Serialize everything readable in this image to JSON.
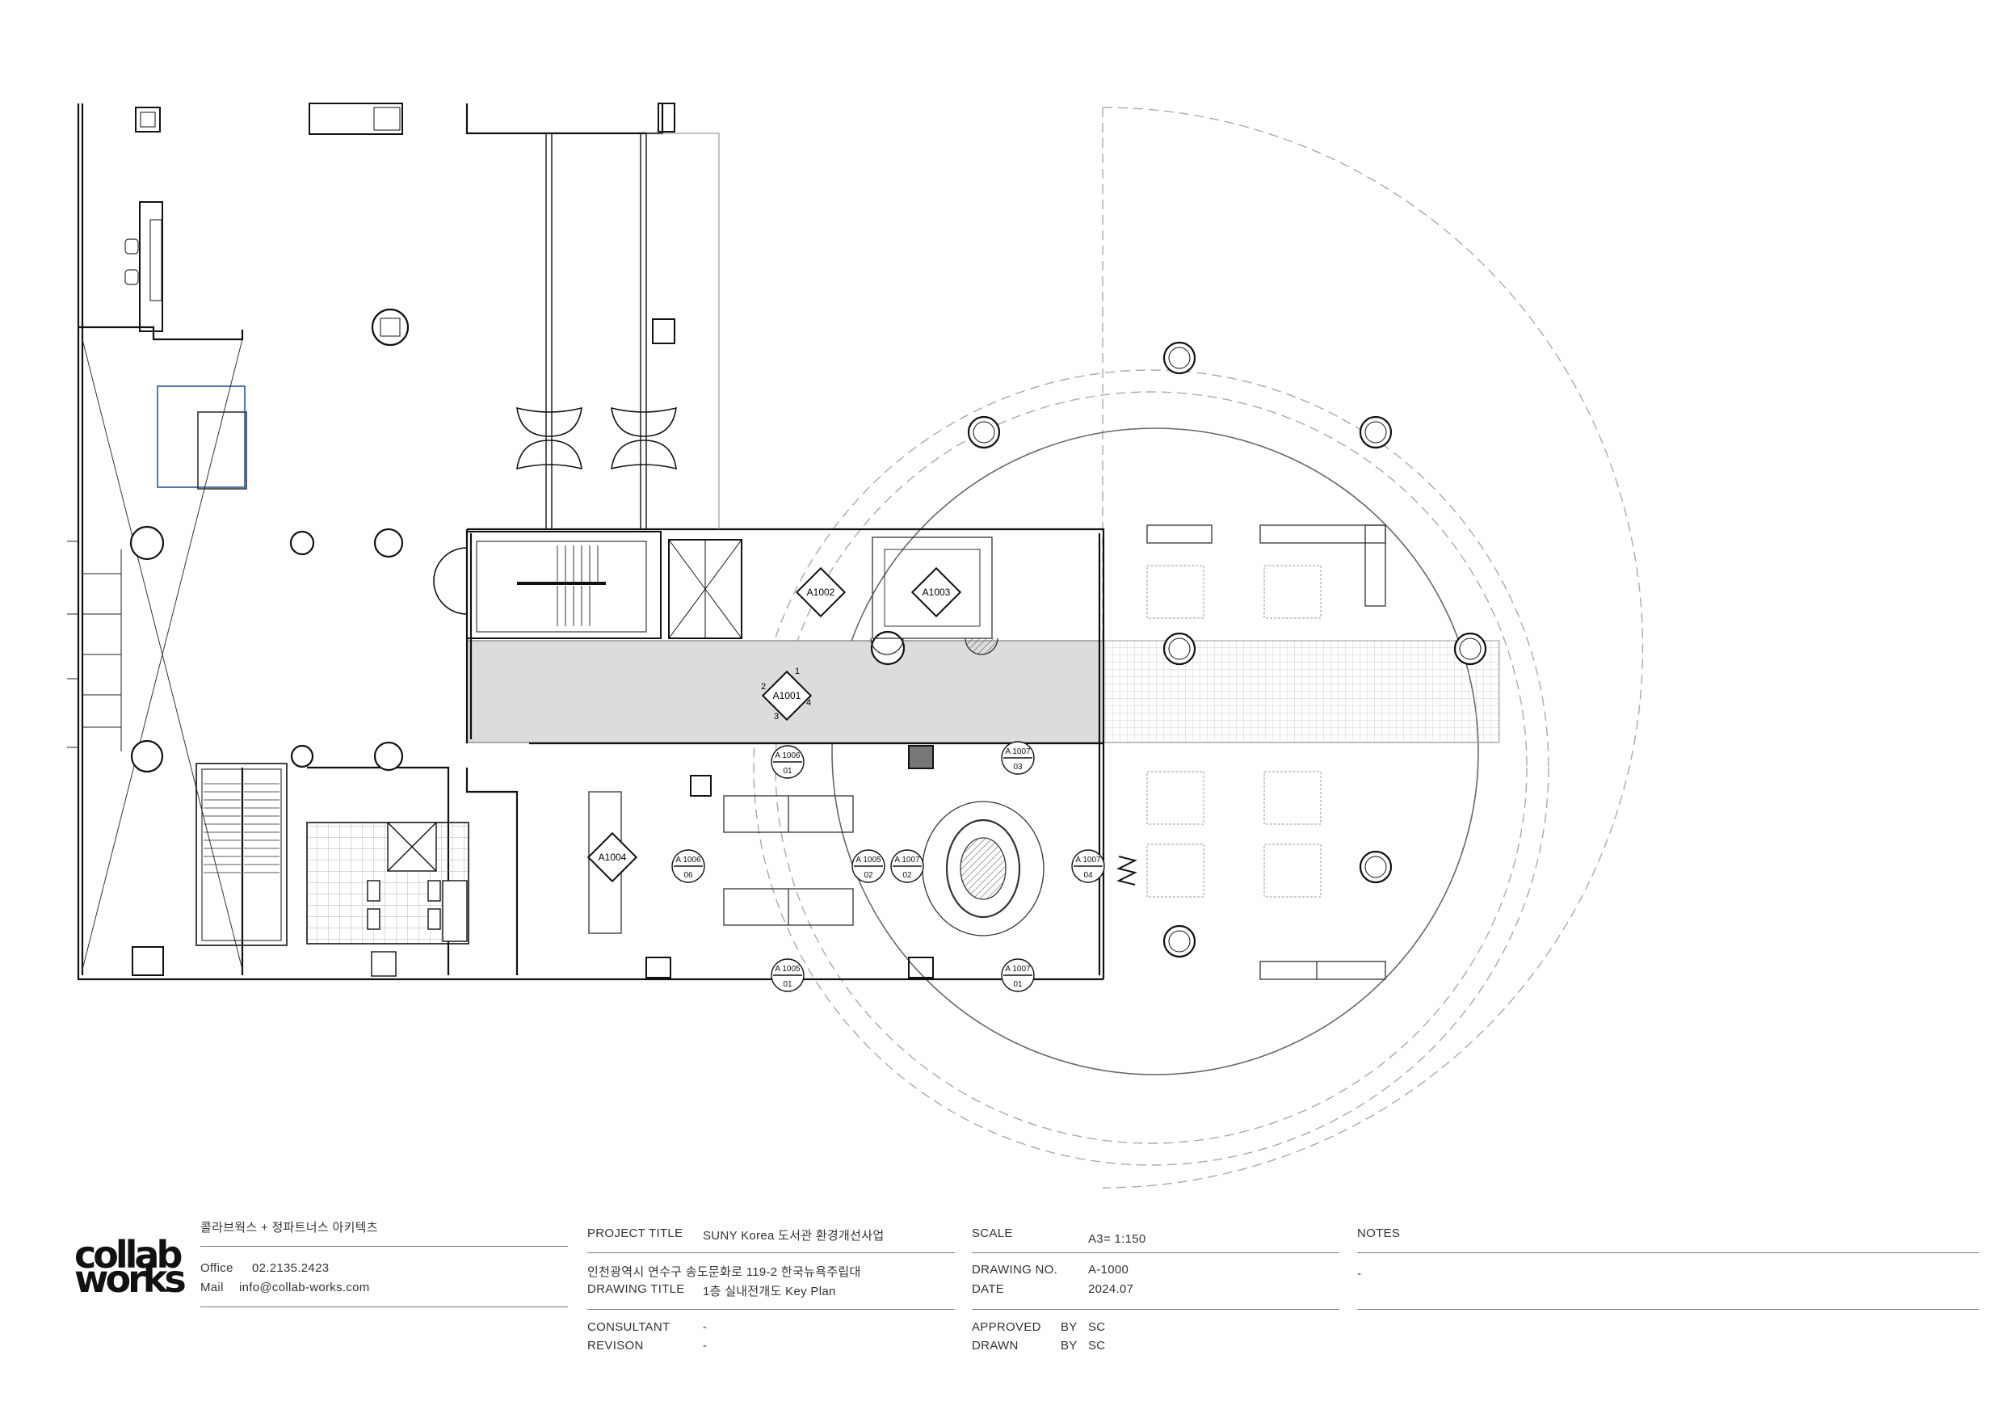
{
  "titleblock": {
    "firm": "콜라브웍스 + 정파트너스 아키텍츠",
    "office_label": "Office",
    "office_value": "02.2135.2423",
    "mail_label": "Mail",
    "mail_value": "info@collab-works.com",
    "logo_line1": "collab",
    "logo_line2": "works",
    "project_title_label": "PROJECT TITLE",
    "project_title_value": "SUNY Korea 도서관 환경개선사업",
    "address": "인천광역시 연수구 송도문화로 119-2 한국뉴욕주립대",
    "drawing_title_label": "DRAWING TITLE",
    "drawing_title_value": "1층 실내전개도 Key Plan",
    "consultant_label": "CONSULTANT",
    "consultant_value": "-",
    "revision_label": "REVISON",
    "revision_value": "-",
    "scale_label": "SCALE",
    "scale_value": "A3= 1:150",
    "drawing_no_label": "DRAWING NO.",
    "drawing_no_value": "A-1000",
    "date_label": "DATE",
    "date_value": "2024.07",
    "approved_label": "APPROVED",
    "approved_by": "BY",
    "approved_value": "SC",
    "drawn_label": "DRAWN",
    "drawn_by": "BY",
    "drawn_value": "SC",
    "notes_label": "NOTES",
    "notes_value": "-"
  },
  "markers": {
    "diamond_a1001": "A1001",
    "diamond_a1002": "A1002",
    "diamond_a1003": "A1003",
    "diamond_a1004": "A1004",
    "n1": "1",
    "n2": "2",
    "n3": "3",
    "n4": "4",
    "elev_a1006_top": "A 1006",
    "elev_a1006_bot": "01",
    "elev_a1007a_top": "A 1007",
    "elev_a1007a_bot": "03",
    "elev_a1006b_top": "A 1006",
    "elev_a1006b_bot": "06",
    "elev_a1005_top": "A 1005",
    "elev_a1005_bot": "02",
    "elev_a1007b_top": "A 1007",
    "elev_a1007b_bot": "02",
    "elev_a1007c_top": "A 1007",
    "elev_a1007c_bot": "04",
    "elev_a1005b_top": "A 1005",
    "elev_a1005b_bot": "01",
    "elev_a1007d_top": "A 1007",
    "elev_a1007d_bot": "01"
  }
}
